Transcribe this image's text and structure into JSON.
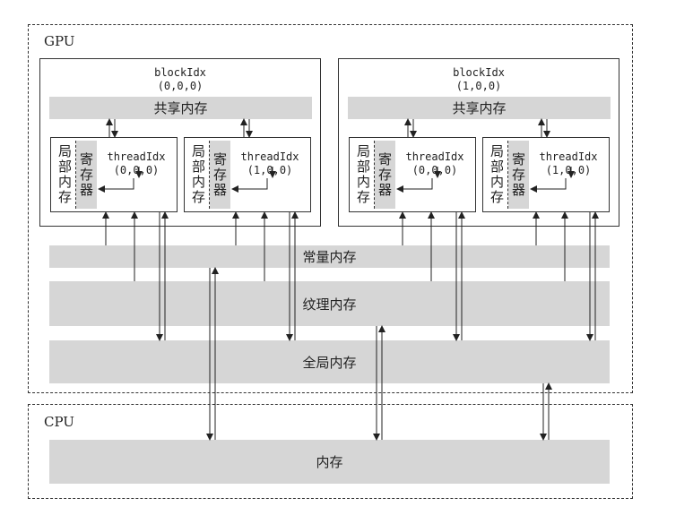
{
  "gpu": {
    "label": "GPU",
    "blocks": [
      {
        "title_line1": "blockIdx",
        "title_line2": "(0,0,0)",
        "shared_memory": "共享内存",
        "threads": [
          {
            "local_memory": [
              "局",
              "部",
              "内",
              "存"
            ],
            "registers": [
              "寄",
              "存",
              "器"
            ],
            "title_line1": "threadIdx",
            "title_line2": "(0,0,0)"
          },
          {
            "local_memory": [
              "局",
              "部",
              "内",
              "存"
            ],
            "registers": [
              "寄",
              "存",
              "器"
            ],
            "title_line1": "threadIdx",
            "title_line2": "(1,0,0)"
          }
        ]
      },
      {
        "title_line1": "blockIdx",
        "title_line2": "(1,0,0)",
        "shared_memory": "共享内存",
        "threads": [
          {
            "local_memory": [
              "局",
              "部",
              "内",
              "存"
            ],
            "registers": [
              "寄",
              "存",
              "器"
            ],
            "title_line1": "threadIdx",
            "title_line2": "(0,0,0)"
          },
          {
            "local_memory": [
              "局",
              "部",
              "内",
              "存"
            ],
            "registers": [
              "寄",
              "存",
              "器"
            ],
            "title_line1": "threadIdx",
            "title_line2": "(1,0,0)"
          }
        ]
      }
    ],
    "constant_memory": "常量内存",
    "texture_memory": "纹理内存",
    "global_memory": "全局内存"
  },
  "cpu": {
    "label": "CPU",
    "memory": "内存"
  }
}
